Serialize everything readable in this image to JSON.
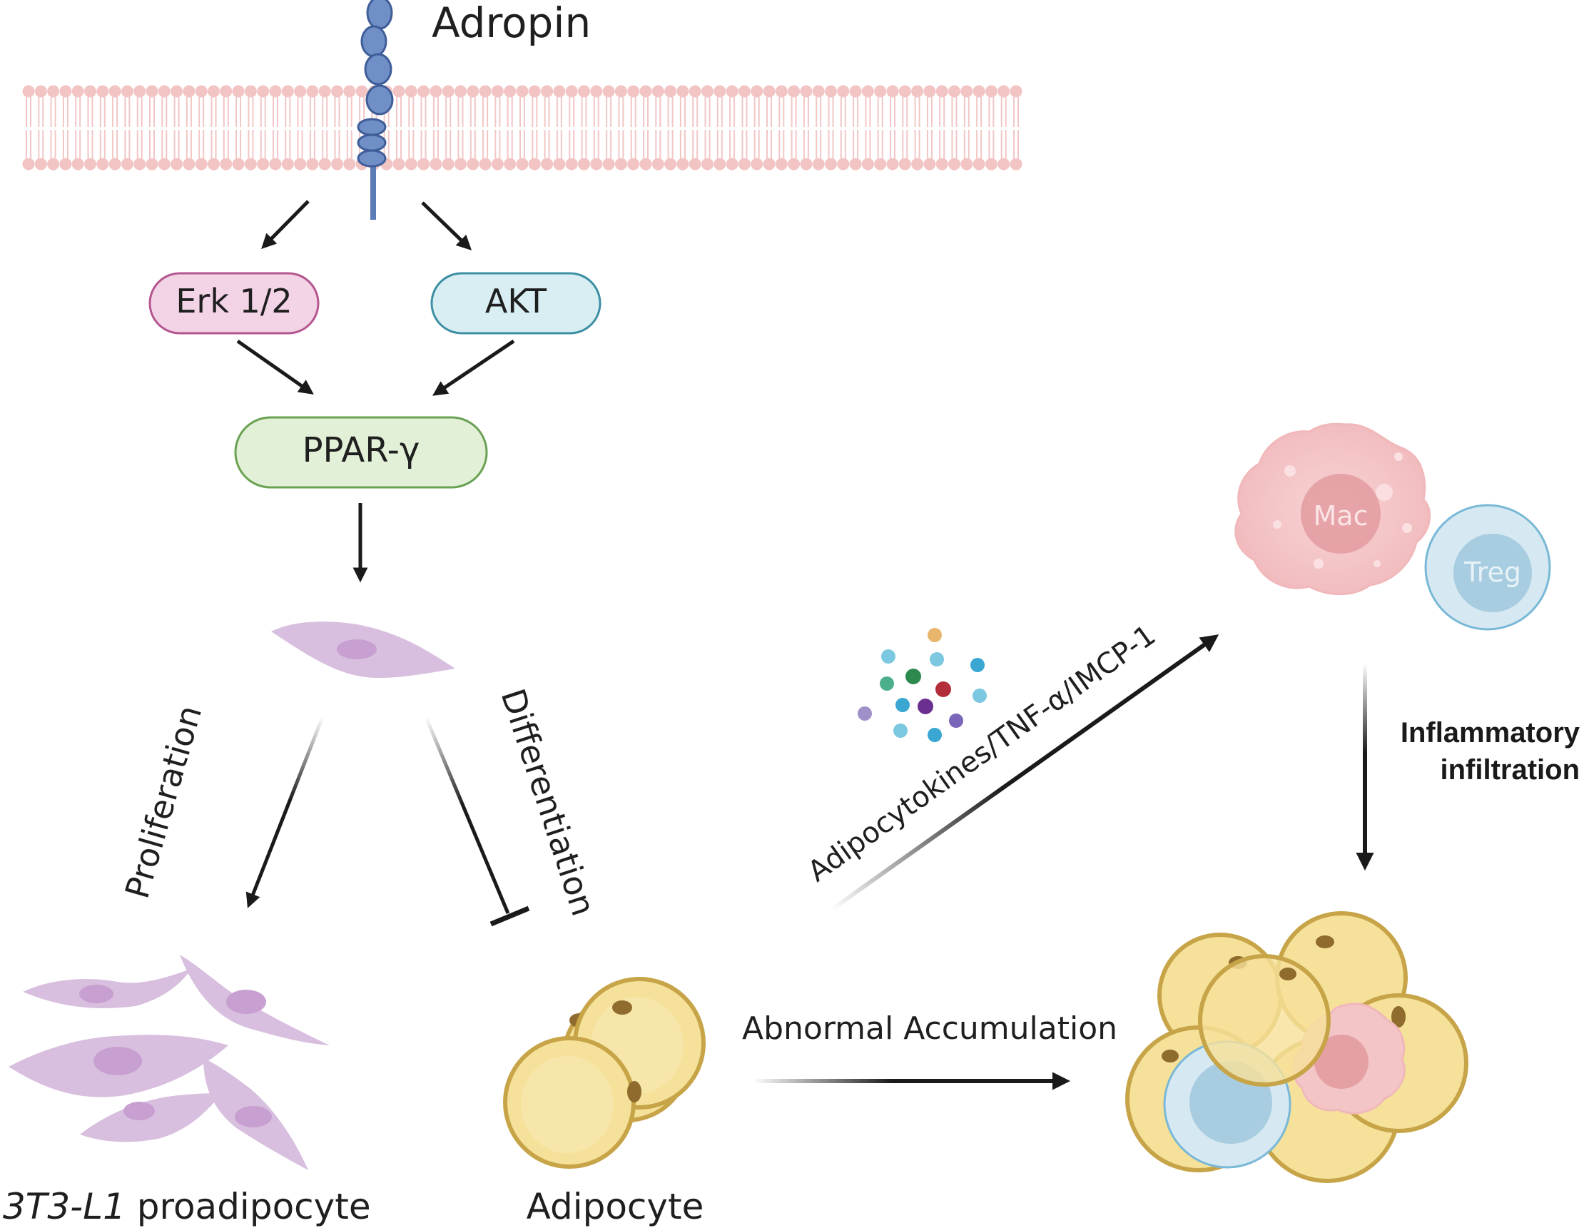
{
  "labels": {
    "adropin": "Adropin",
    "erk": "Erk 1/2",
    "akt": "AKT",
    "ppar": "PPAR-γ",
    "proliferation": "Proliferation",
    "differentiation": "Differentiation",
    "cytokines": "Adipocytokines/TNF-α/IMCP-1",
    "mac": "Mac",
    "treg": "Treg",
    "inflammatory_line1": "Inflammatory",
    "inflammatory_line2": "infiltration",
    "abnormal": "Abnormal Accumulation",
    "proadipocyte_italic": "3T3-L1",
    "proadipocyte_rest": " proadipocyte",
    "adipocyte": "Adipocyte"
  },
  "colors": {
    "membrane": "#f2c6c6",
    "receptor": "#5c7cb8",
    "erk_fill": "#f3d3e6",
    "erk_stroke": "#b5568f",
    "akt_fill": "#d8eef3",
    "akt_stroke": "#3d8fa3",
    "ppar_fill": "#e3f0d8",
    "ppar_stroke": "#6aa253",
    "preadipocyte": "#d9bfdf",
    "adipocyte_fill": "#f6e19a",
    "adipocyte_stroke": "#c7a448",
    "macrophage": "#f4c5c7",
    "treg": "#cfe3ee",
    "arrow": "#1a1a1a"
  }
}
